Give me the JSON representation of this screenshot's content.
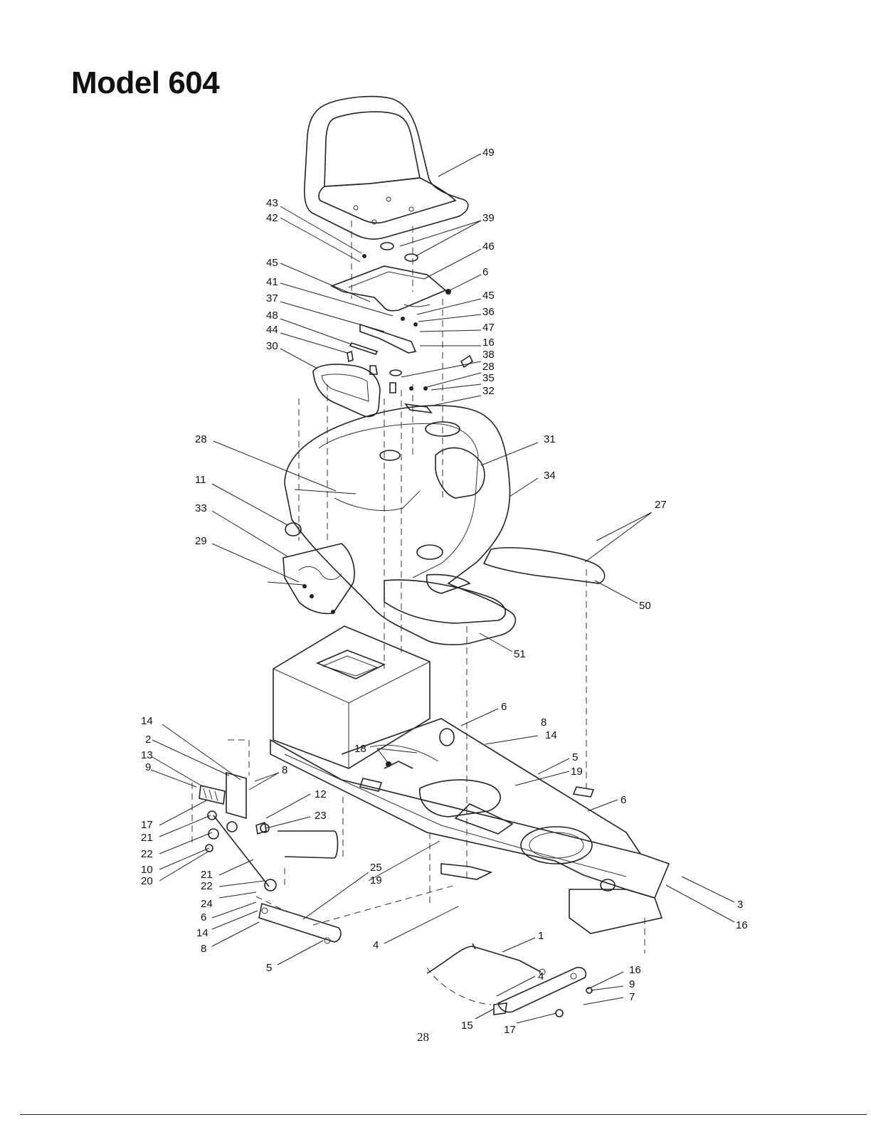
{
  "title": "Model 604",
  "page_number": "28",
  "callouts": [
    {
      "id": "c49",
      "label": "49"
    },
    {
      "id": "c43",
      "label": "43"
    },
    {
      "id": "c42",
      "label": "42"
    },
    {
      "id": "c39",
      "label": "39"
    },
    {
      "id": "c46",
      "label": "46"
    },
    {
      "id": "c6a",
      "label": "6"
    },
    {
      "id": "c45a",
      "label": "45"
    },
    {
      "id": "c41",
      "label": "41"
    },
    {
      "id": "c45b",
      "label": "45"
    },
    {
      "id": "c37",
      "label": "37"
    },
    {
      "id": "c36",
      "label": "36"
    },
    {
      "id": "c48",
      "label": "48"
    },
    {
      "id": "c47",
      "label": "47"
    },
    {
      "id": "c44",
      "label": "44"
    },
    {
      "id": "c16a",
      "label": "16"
    },
    {
      "id": "c30",
      "label": "30"
    },
    {
      "id": "c38",
      "label": "38"
    },
    {
      "id": "c28a",
      "label": "28"
    },
    {
      "id": "c35",
      "label": "35"
    },
    {
      "id": "c32",
      "label": "32"
    },
    {
      "id": "c28b",
      "label": "28"
    },
    {
      "id": "c31",
      "label": "31"
    },
    {
      "id": "c11",
      "label": "11"
    },
    {
      "id": "c34",
      "label": "34"
    },
    {
      "id": "c33",
      "label": "33"
    },
    {
      "id": "c27",
      "label": "27"
    },
    {
      "id": "c29",
      "label": "29"
    },
    {
      "id": "c50",
      "label": "50"
    },
    {
      "id": "c51",
      "label": "51"
    },
    {
      "id": "c6b",
      "label": "6"
    },
    {
      "id": "c14a",
      "label": "14"
    },
    {
      "id": "c8a",
      "label": "8"
    },
    {
      "id": "c2",
      "label": "2"
    },
    {
      "id": "c14b",
      "label": "14"
    },
    {
      "id": "c18",
      "label": "18"
    },
    {
      "id": "c13",
      "label": "13"
    },
    {
      "id": "c5a",
      "label": "5"
    },
    {
      "id": "c9a",
      "label": "9"
    },
    {
      "id": "c8b",
      "label": "8"
    },
    {
      "id": "c19a",
      "label": "19"
    },
    {
      "id": "c12",
      "label": "12"
    },
    {
      "id": "c6c",
      "label": "6"
    },
    {
      "id": "c17a",
      "label": "17"
    },
    {
      "id": "c23",
      "label": "23"
    },
    {
      "id": "c21a",
      "label": "21"
    },
    {
      "id": "c22a",
      "label": "22"
    },
    {
      "id": "c10",
      "label": "10"
    },
    {
      "id": "c20",
      "label": "20"
    },
    {
      "id": "c21b",
      "label": "21"
    },
    {
      "id": "c25",
      "label": "25"
    },
    {
      "id": "c19b",
      "label": "19"
    },
    {
      "id": "c22b",
      "label": "22"
    },
    {
      "id": "c3",
      "label": "3"
    },
    {
      "id": "c24",
      "label": "24"
    },
    {
      "id": "c16b",
      "label": "16"
    },
    {
      "id": "c6d",
      "label": "6"
    },
    {
      "id": "c14c",
      "label": "14"
    },
    {
      "id": "c8c",
      "label": "8"
    },
    {
      "id": "c4a",
      "label": "4"
    },
    {
      "id": "c1",
      "label": "1"
    },
    {
      "id": "c5b",
      "label": "5"
    },
    {
      "id": "c16c",
      "label": "16"
    },
    {
      "id": "c4b",
      "label": "4"
    },
    {
      "id": "c9b",
      "label": "9"
    },
    {
      "id": "c7",
      "label": "7"
    },
    {
      "id": "c15",
      "label": "15"
    },
    {
      "id": "c17b",
      "label": "17"
    }
  ]
}
